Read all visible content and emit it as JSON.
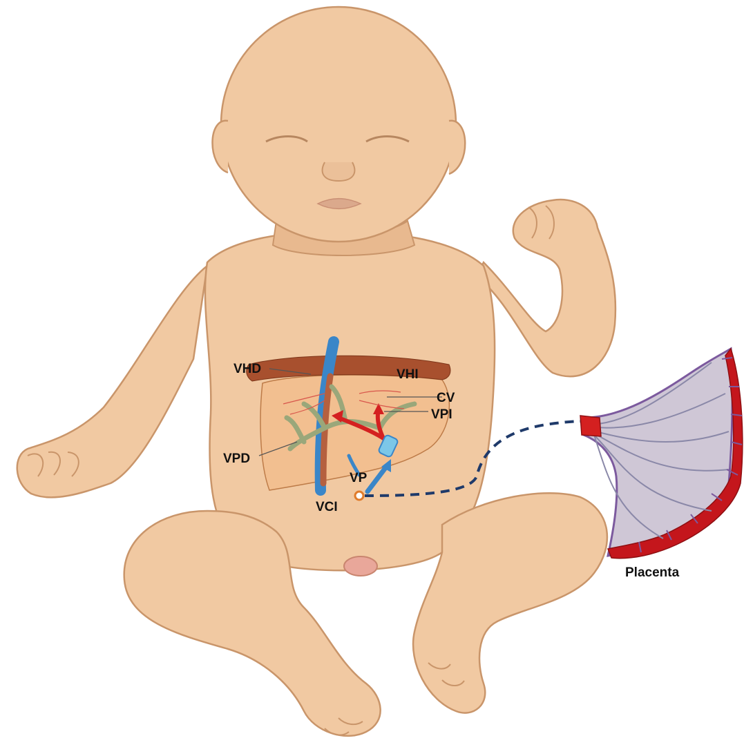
{
  "labels": {
    "vhd": "VHD",
    "vhi": "VHI",
    "cv": "CV",
    "vpi": "VPI",
    "vpd": "VPD",
    "vp": "VP",
    "vci": "VCI",
    "placenta": "Placenta"
  },
  "colors": {
    "skin": "#f1c9a2",
    "skin_shade": "#e2b084",
    "skin_line": "#c9956a",
    "liver": "#f3bf8f",
    "diaphragm": "#a8502e",
    "vena_cava": "#3a86c8",
    "inner_vein": "#b5603f",
    "portal_branch": "#9aa77a",
    "red_vessel": "#d42020",
    "umbilical_dash": "#1f3a6a",
    "placenta_red": "#c4161c",
    "placenta_purple": "#7c5a9e"
  }
}
